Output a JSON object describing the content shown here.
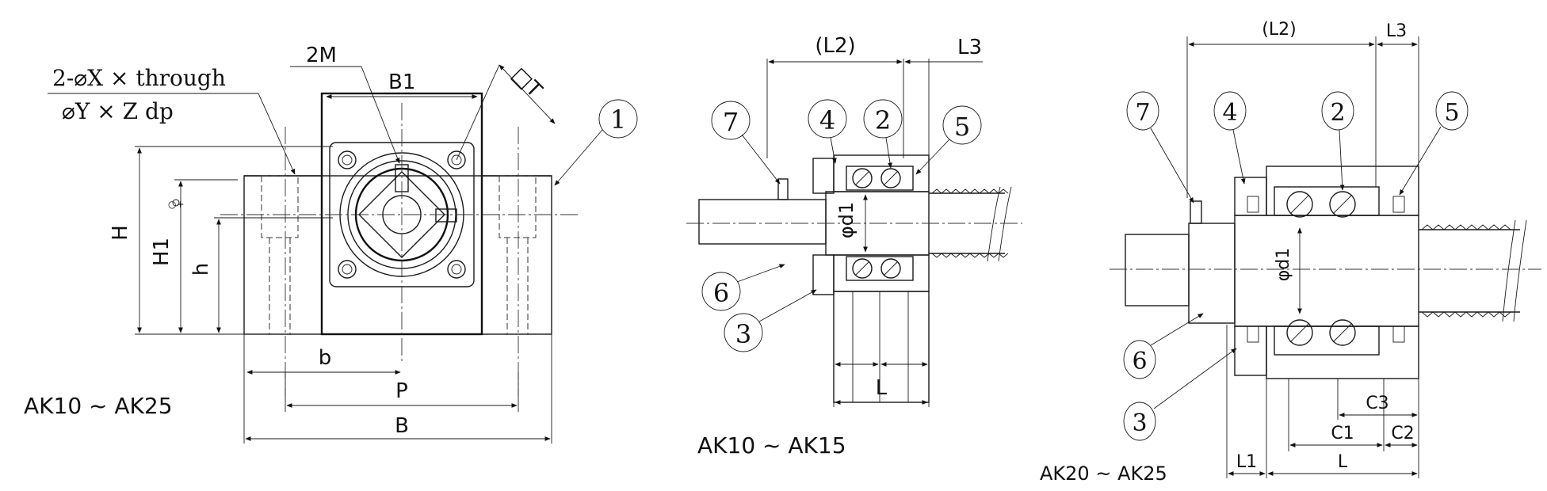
{
  "drawing1": {
    "callout_1": "2-⌀X × through",
    "callout_2": "⌀Y × Z dp",
    "label_2M": "2M",
    "label_B1": "B1",
    "label_T": "□T",
    "part_1": "1",
    "label_H": "H",
    "label_H1": "H1",
    "label_h": "h",
    "label_b": "b",
    "label_P": "P",
    "label_B": "B",
    "series": "AK10 ~  AK25"
  },
  "drawing2": {
    "label_L2": "(L2)",
    "label_L3": "L3",
    "part_7": "7",
    "part_4": "4",
    "part_2": "2",
    "part_5": "5",
    "part_6": "6",
    "part_3": "3",
    "label_d1": "φd1",
    "label_L": "L",
    "series": "AK10 ~   AK15"
  },
  "drawing3": {
    "label_L2": "(L2)",
    "label_L3": "L3",
    "part_7": "7",
    "part_4": "4",
    "part_2": "2",
    "part_5": "5",
    "part_6": "6",
    "part_3": "3",
    "label_d1": "φd1",
    "label_C3": "C3",
    "label_C1": "C1",
    "label_C2": "C2",
    "label_L1": "L1",
    "label_L": "L",
    "series": "AK20 ~ AK25"
  }
}
